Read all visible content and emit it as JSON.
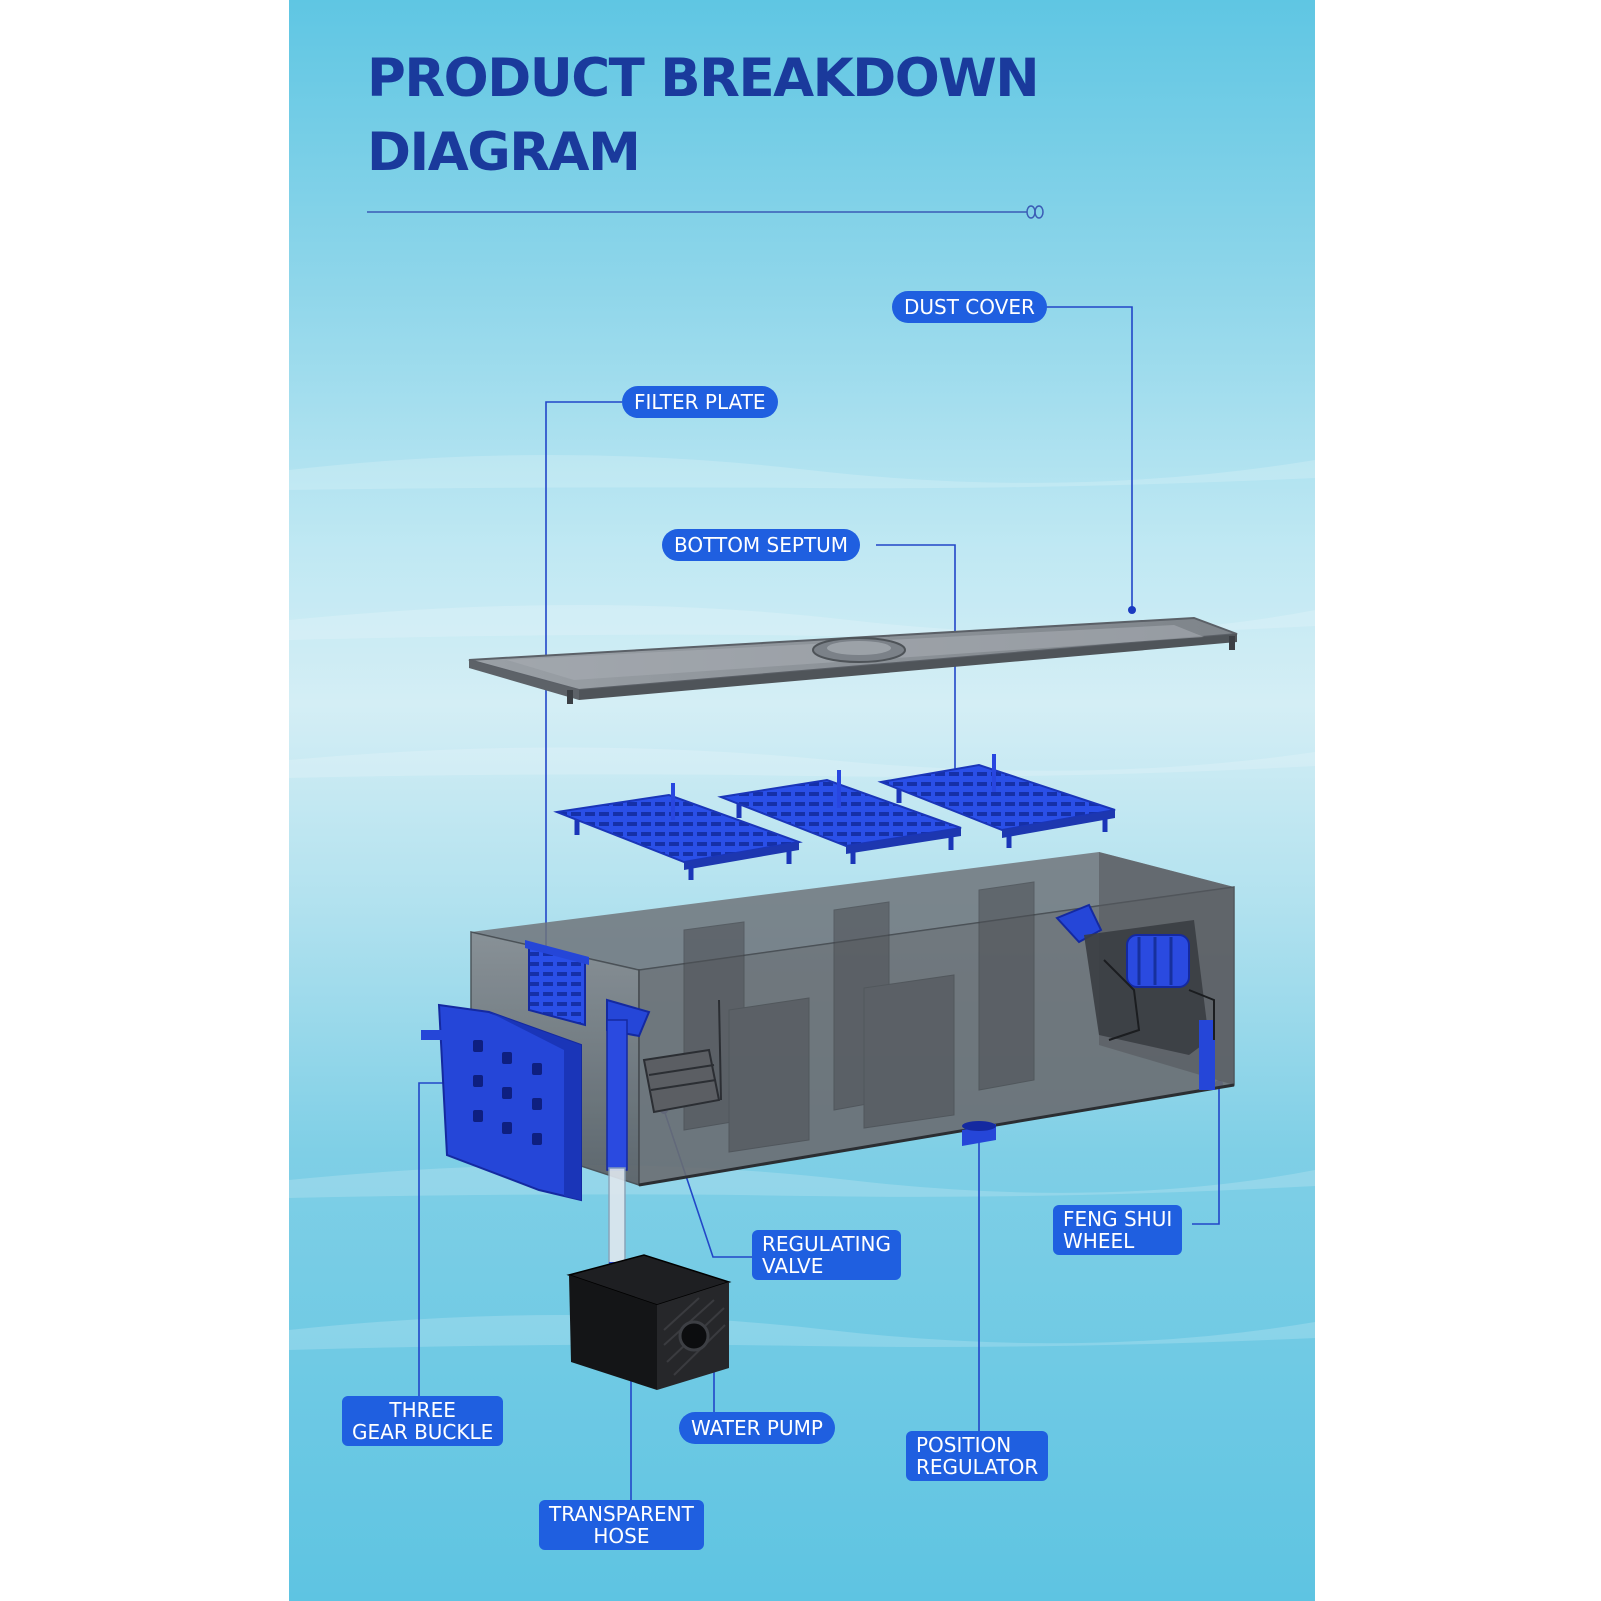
{
  "title": {
    "line1": "PRODUCT BREAKDOWN",
    "line2": "DIAGRAM"
  },
  "labels": {
    "dust_cover": "DUST COVER",
    "filter_plate": "FILTER PLATE",
    "bottom_septum": "BOTTOM SEPTUM",
    "regulating_valve": {
      "line1": "REGULATING",
      "line2": "VALVE"
    },
    "feng_shui_wheel": {
      "line1": "FENG SHUI",
      "line2": "WHEEL"
    },
    "three_gear_buckle": {
      "line1": "THREE",
      "line2": "GEAR BUCKLE"
    },
    "water_pump": "WATER PUMP",
    "position_regulator": {
      "line1": "POSITION",
      "line2": "REGULATOR"
    },
    "transparent_hose": {
      "line1": "TRANSPARENT",
      "line2": "HOSE"
    }
  },
  "colors": {
    "title": "#1a3a9c",
    "label_bg": "#1f5fe0",
    "label_text": "#ffffff",
    "part_blue": "#2346e0",
    "tank_gray": "#6a6d72"
  }
}
